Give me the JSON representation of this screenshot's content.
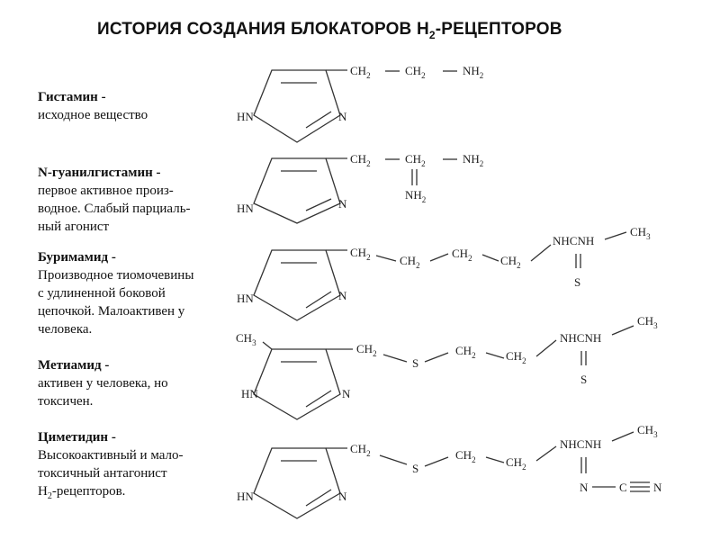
{
  "title": {
    "prefix": "ИСТОРИЯ СОЗДАНИЯ БЛОКАТОРОВ Н",
    "sub": "2",
    "suffix": "-РЕЦЕПТОРОВ"
  },
  "compounds": [
    {
      "name": "Гистамин -",
      "desc": "исходное вещество"
    },
    {
      "name": "N-гуанилгистамин -",
      "desc_lines": [
        "первое активное произ-",
        "водное. Слабый парциаль-",
        "ный агонист"
      ]
    },
    {
      "name": "Буримамид -",
      "desc_lines": [
        "Производное тиомочевины",
        "с удлиненной боковой",
        "цепочкой. Малоактивен у",
        "человека."
      ]
    },
    {
      "name": "Метиамид -",
      "desc_lines": [
        "активен у человека, но",
        "токсичен."
      ]
    },
    {
      "name": "Циметидин -",
      "desc_lines": [
        "Высокоактивный и мало-",
        "токсичный антагонист"
      ],
      "desc_last_prefix": "Н",
      "desc_last_sub": "2",
      "desc_last_suffix": "-рецепторов."
    }
  ],
  "atoms": {
    "HN": "HN",
    "N": "N",
    "CH2": "CH",
    "CH3": "CH",
    "NH2": "NH",
    "S": "S",
    "C": "C",
    "NHCNH": "NHCNH",
    "sub2": "2",
    "sub3": "3"
  }
}
